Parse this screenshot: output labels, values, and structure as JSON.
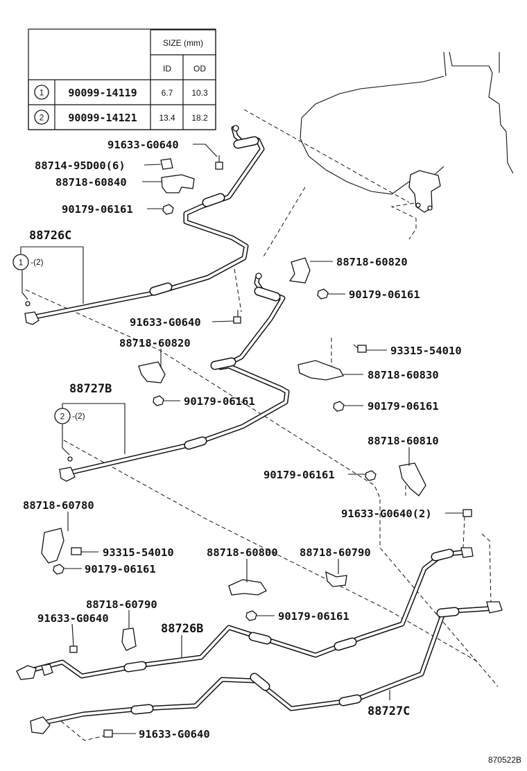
{
  "table": {
    "size_header": "SIZE (mm)",
    "col_id": "ID",
    "col_od": "OD",
    "rows": [
      {
        "mark": "1",
        "part": "90099-14119",
        "id": "6.7",
        "od": "10.3"
      },
      {
        "mark": "2",
        "part": "90099-14121",
        "id": "13.4",
        "od": "18.2"
      }
    ]
  },
  "labels": {
    "p91633_a": "91633-G0640",
    "p88714": "88714-95D00(6)",
    "p88718_60840": "88718-60840",
    "p90179_a": "90179-06161",
    "a88726C": "88726C",
    "mark1": "1",
    "qty1": "-(2)",
    "p88718_60820_r": "88718-60820",
    "p90179_b": "90179-06161",
    "p91633_b": "91633-G0640",
    "p88718_60820_l": "88718-60820",
    "p93315_r": "93315-54010",
    "p88718_60830": "88718-60830",
    "p90179_c": "90179-06161",
    "a88727B": "88727B",
    "mark2": "2",
    "qty2": "-(2)",
    "p90179_d": "90179-06161",
    "p90179_e": "90179-06161",
    "p88718_60810": "88718-60810",
    "p91633_c": "91633-G0640(2)",
    "p88718_60780": "88718-60780",
    "p93315_l": "93315-54010",
    "p90179_f": "90179-06161",
    "p88718_60800": "88718-60800",
    "p88718_60790_r": "88718-60790",
    "p90179_g": "90179-06161",
    "p88718_60790_l": "88718-60790",
    "p91633_d": "91633-G0640",
    "a88726B": "88726B",
    "a88727C": "88727C",
    "p91633_e": "91633-G0640",
    "diagram_id": "870522B"
  }
}
